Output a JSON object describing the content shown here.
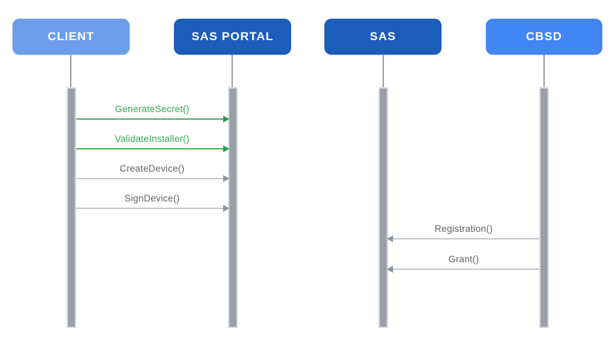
{
  "diagram": {
    "type": "sequence-diagram",
    "background": "#FFFFFF",
    "actors": [
      {
        "id": "client",
        "label": "CLIENT",
        "box_color": "#6D9EEB",
        "text_color": "#FFFFFF"
      },
      {
        "id": "sas-portal",
        "label": "SAS PORTAL",
        "box_color": "#1C5CBB",
        "text_color": "#FFFFFF"
      },
      {
        "id": "sas",
        "label": "SAS",
        "box_color": "#1C5CBB",
        "text_color": "#FFFFFF"
      },
      {
        "id": "cbsd",
        "label": "CBSD",
        "box_color": "#4285F4",
        "text_color": "#FFFFFF"
      }
    ],
    "lifeline_color": "#9AA0A6",
    "activation_bar": {
      "fill": "#9AA0A6",
      "border": "#D8DBDE"
    },
    "messages": [
      {
        "label": "GenerateSecret()",
        "from": "CLIENT",
        "to": "SAS PORTAL",
        "direction": "right",
        "color": "#34A853"
      },
      {
        "label": "ValidateInstaller()",
        "from": "CLIENT",
        "to": "SAS PORTAL",
        "direction": "right",
        "color": "#34A853"
      },
      {
        "label": "CreateDevice()",
        "from": "CLIENT",
        "to": "SAS PORTAL",
        "direction": "right",
        "color": "#5F6368"
      },
      {
        "label": "SignDevice()",
        "from": "CLIENT",
        "to": "SAS PORTAL",
        "direction": "right",
        "color": "#5F6368"
      },
      {
        "label": "Registration()",
        "from": "CBSD",
        "to": "SAS",
        "direction": "left",
        "color": "#5F6368"
      },
      {
        "label": "Grant()",
        "from": "CBSD",
        "to": "SAS",
        "direction": "left",
        "color": "#5F6368"
      }
    ]
  }
}
